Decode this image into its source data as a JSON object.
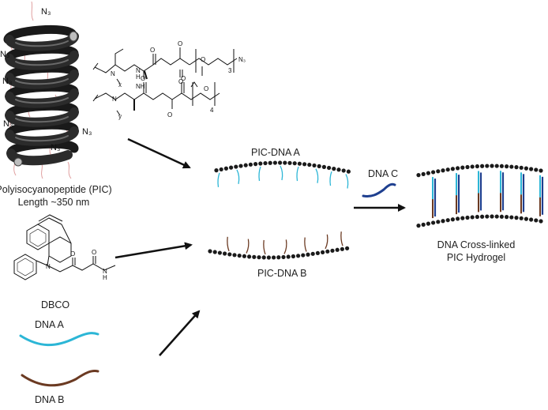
{
  "labels": {
    "pic_line1": "Polyisocyanopeptide (PIC)",
    "pic_line2": "Length ~350 nm",
    "dbco": "DBCO",
    "dna_a": "DNA A",
    "dna_b": "DNA B",
    "dna_c": "DNA C",
    "pic_dna_a": "PIC-DNA A",
    "pic_dna_b": "PIC-DNA B",
    "hydrogel_line1": "DNA Cross-linked",
    "hydrogel_line2": "PIC Hydrogel",
    "azide": "N₃",
    "chem_n3": "N₃",
    "chem_sub3": "3",
    "chem_sub4": "4",
    "chem_o": "O",
    "chem_n": "N",
    "chem_h": "H",
    "chem_nh": "NH",
    "chem_x": "x",
    "chem_y": "y"
  },
  "colors": {
    "dna_a": "#2cb6d6",
    "dna_b": "#6b3a22",
    "dna_c": "#1e3f8f",
    "polymer": "#1a1a1a",
    "azide_strand": "#e0a0a0"
  }
}
